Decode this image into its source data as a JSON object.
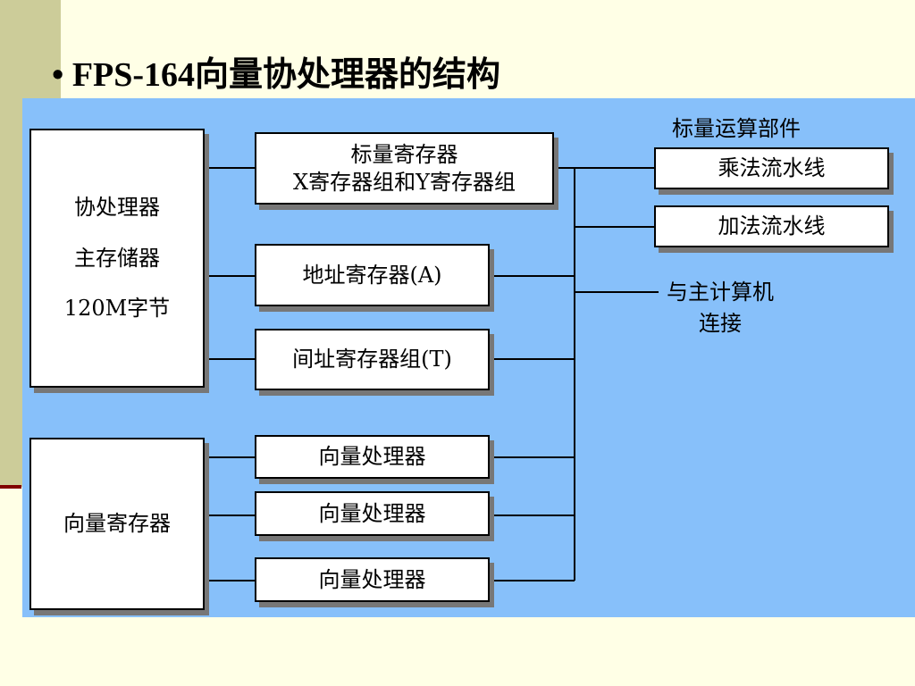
{
  "slide": {
    "bullet": "•",
    "title": "FPS-164向量协处理器的结构"
  },
  "diagram": {
    "coprocessor_box": {
      "line1": "协处理器",
      "line2": "主存储器",
      "line3": "120M字节"
    },
    "vector_register_box": {
      "label": "向量寄存器"
    },
    "scalar_register_box": {
      "line1": "标量寄存器",
      "line2": "X寄存器组和Y寄存器组"
    },
    "address_register_box": {
      "label": "地址寄存器(A)"
    },
    "indirect_address_box": {
      "label": "间址寄存器组(T)"
    },
    "vector_processor_boxes": [
      {
        "label": "向量处理器"
      },
      {
        "label": "向量处理器"
      },
      {
        "label": "向量处理器"
      }
    ],
    "scalar_unit_heading": "标量运算部件",
    "multiply_pipeline": {
      "label": "乘法流水线"
    },
    "add_pipeline": {
      "label": "加法流水线"
    },
    "host_connection": {
      "line1": "与主计算机",
      "line2": "连接"
    }
  },
  "colors": {
    "background": "#ffffe6",
    "left_strip": "#cccc99",
    "divider": "#800000",
    "diagram_panel": "#87c0fa"
  }
}
